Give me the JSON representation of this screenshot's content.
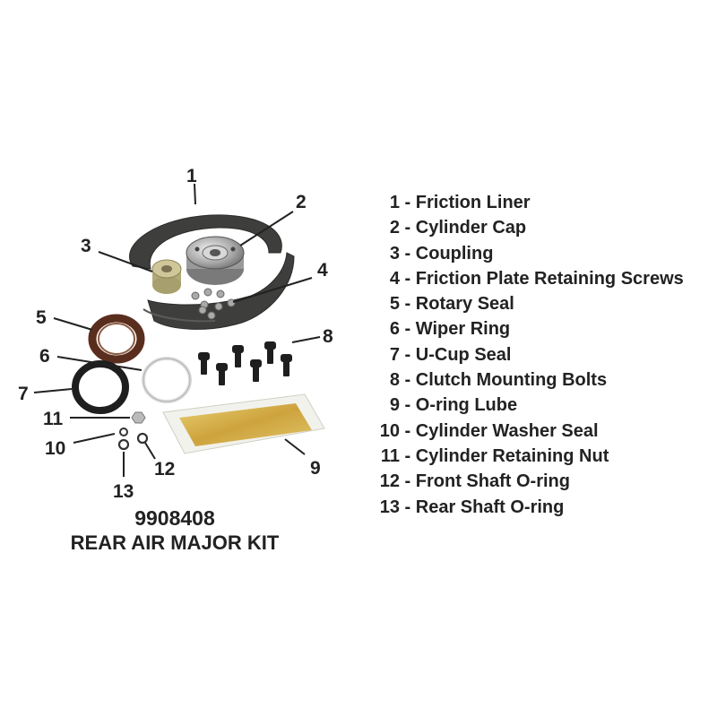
{
  "parts": [
    {
      "num": "1",
      "name": "Friction Liner"
    },
    {
      "num": "2",
      "name": "Cylinder Cap"
    },
    {
      "num": "3",
      "name": "Coupling"
    },
    {
      "num": "4",
      "name": "Friction Plate Retaining Screws"
    },
    {
      "num": "5",
      "name": "Rotary Seal"
    },
    {
      "num": "6",
      "name": "Wiper Ring"
    },
    {
      "num": "7",
      "name": "U-Cup Seal"
    },
    {
      "num": "8",
      "name": "Clutch Mounting Bolts"
    },
    {
      "num": "9",
      "name": "O-ring Lube"
    },
    {
      "num": "10",
      "name": "Cylinder Washer Seal"
    },
    {
      "num": "11",
      "name": "Cylinder Retaining Nut"
    },
    {
      "num": "12",
      "name": "Front Shaft O-ring"
    },
    {
      "num": "13",
      "name": "Rear Shaft O-ring"
    }
  ],
  "legend_separator": " - ",
  "kit": {
    "number": "9908408",
    "name": "REAR AIR MAJOR KIT"
  },
  "colors": {
    "liner": "#3e3e3c",
    "rubber": "#5a2e1e",
    "brass": "#c8a046",
    "steel": "#8c8c8c",
    "bolt": "#1e1e1e",
    "lube": "#d4b03c",
    "coupling": "#cfc79a",
    "text": "#222222"
  }
}
